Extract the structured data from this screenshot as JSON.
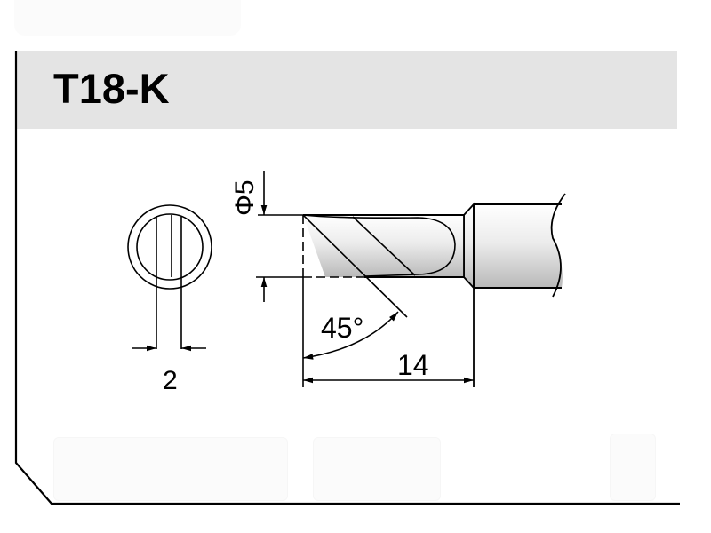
{
  "header": {
    "title": "T18-K",
    "band_color": "#e4e4e4"
  },
  "drawing": {
    "end_view": {
      "width_dimension": "2"
    },
    "side_view": {
      "diameter_dimension": "Φ5",
      "angle_dimension": "45°",
      "length_dimension": "14"
    }
  },
  "colors": {
    "line": "#000000",
    "shading_light": "#ffffff",
    "shading_dark": "#b8b8b8"
  }
}
